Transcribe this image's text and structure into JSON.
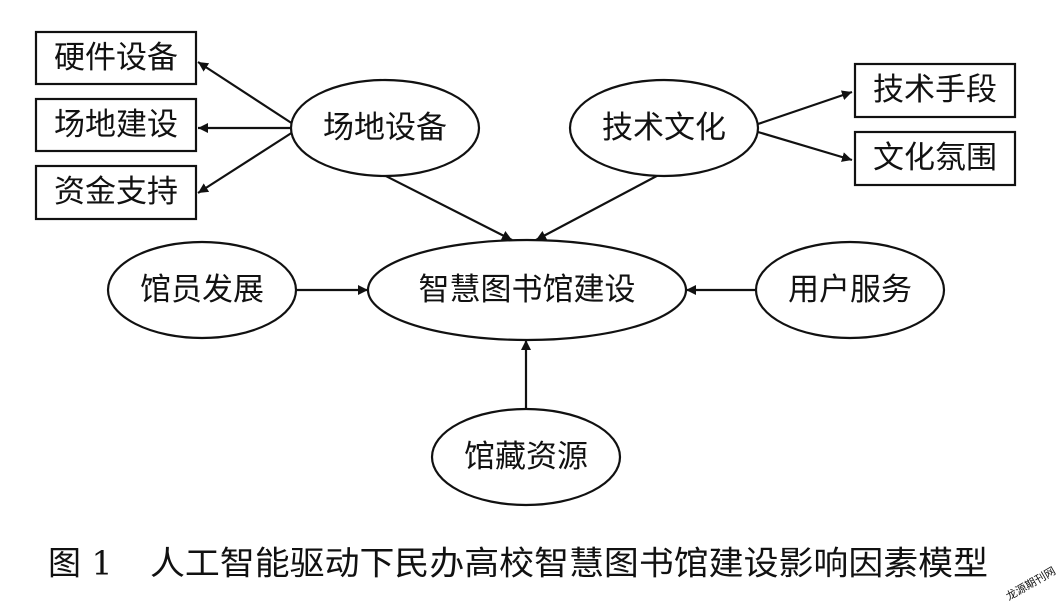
{
  "nodes": {
    "hardware": "硬件设备",
    "site_build": "场地建设",
    "funding": "资金支持",
    "site_equipment": "场地设备",
    "tech_culture": "技术文化",
    "tech_means": "技术手段",
    "culture_atmosphere": "文化氛围",
    "staff_development": "馆员发展",
    "center": "智慧图书馆建设",
    "user_service": "用户服务",
    "collection_resources": "馆藏资源"
  },
  "caption": {
    "label": "图 1",
    "title": "人工智能驱动下民办高校智慧图书馆建设影响因素模型"
  },
  "watermark": "龙源期刊网"
}
